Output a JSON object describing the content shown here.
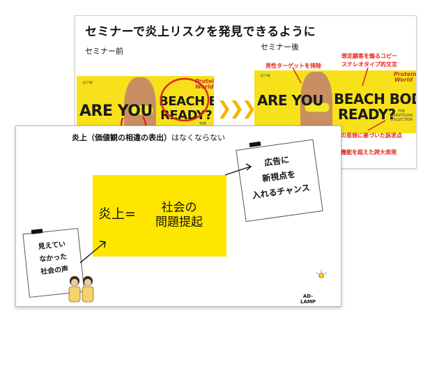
{
  "back_slide": {
    "title": "セミナーで炎上リスクを発見できるように",
    "before_label": "セミナー前",
    "after_label": "セミナー後",
    "ad_headline_left": "ARE YOU",
    "ad_headline_right": "BEACH BODY",
    "ad_headline_right2": "READY?",
    "ad_brand": "◎▽⊕",
    "ad_product": "Protein World",
    "ad_sub": "THE WEIGHTLOSS COLLECTION",
    "annotations": {
      "target": "男性ターゲットを排除",
      "copy": "想定顧客を煽るコピー",
      "stereotype": "ステレオタイプ的文言",
      "appeal": "定の思想に基づいた訴求点",
      "exaggeration": "品機能を超えた誇大表現"
    }
  },
  "front_slide": {
    "heading_bold": "炎上（価値観の相違の表出）",
    "heading_rest": "はなくならない",
    "equation_left": "炎上=",
    "equation_right_line1": "社会の",
    "equation_right_line2": "問題提起",
    "card_right_lines": [
      "広告に",
      "新視点を",
      "入れるチャンス"
    ],
    "card_left_lines": [
      "見えてい",
      "なかった",
      "社会の声"
    ],
    "logo": "AD-LAMP"
  },
  "colors": {
    "yellow": "#ffe600",
    "red_annotation": "#e0261b",
    "chevron": "#f3b500"
  }
}
